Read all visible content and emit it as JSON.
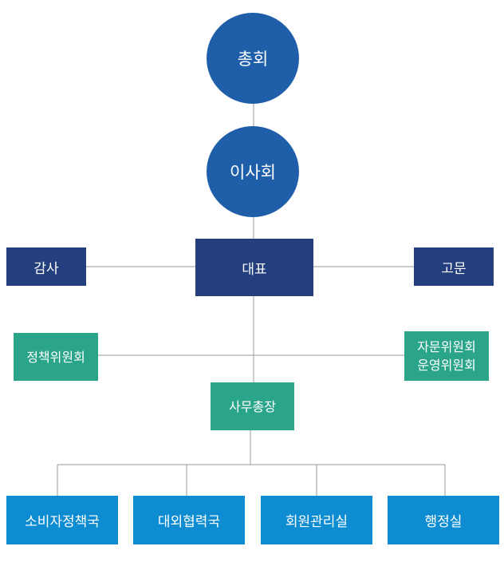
{
  "colors": {
    "circle": "#1f5faa",
    "dark": "#233f7d",
    "teal": "#2aa58a",
    "blue": "#0e8cd2",
    "line": "#999999"
  },
  "nodes": {
    "general_assembly": "총회",
    "board": "이사회",
    "representative": "대표",
    "audit": "감사",
    "advisor": "고문",
    "policy_committee": "정책위원회",
    "advisory_committee": "자문위원회",
    "steering_committee": "운영위원회",
    "secretary_general": "사무총장",
    "departments": [
      "소비자정책국",
      "대외협력국",
      "회원관리실",
      "행정실"
    ]
  }
}
